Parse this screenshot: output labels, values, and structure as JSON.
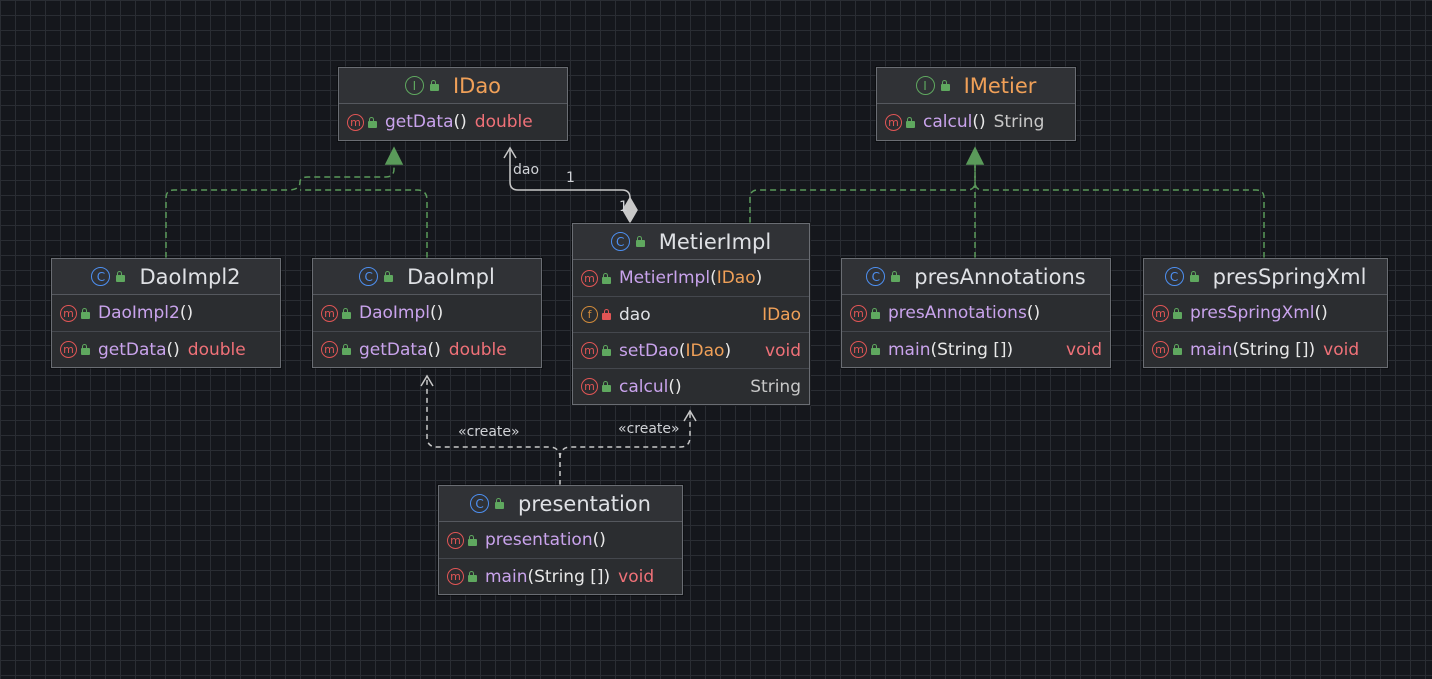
{
  "nodes": {
    "idao": {
      "kind": "interface",
      "name": "IDao",
      "members": [
        {
          "badge": "m",
          "visibility": "public",
          "name": "getData",
          "params": "",
          "return": "double"
        }
      ]
    },
    "imetier": {
      "kind": "interface",
      "name": "IMetier",
      "members": [
        {
          "badge": "m",
          "visibility": "public",
          "name": "calcul",
          "params": "",
          "return": "String"
        }
      ]
    },
    "daoimpl2": {
      "kind": "class",
      "name": "DaoImpl2",
      "members": [
        {
          "badge": "m",
          "visibility": "public",
          "name": "DaoImpl2",
          "params": "",
          "return": ""
        },
        {
          "badge": "m",
          "visibility": "public",
          "name": "getData",
          "params": "",
          "return": "double"
        }
      ]
    },
    "daoimpl": {
      "kind": "class",
      "name": "DaoImpl",
      "members": [
        {
          "badge": "m",
          "visibility": "public",
          "name": "DaoImpl",
          "params": "",
          "return": ""
        },
        {
          "badge": "m",
          "visibility": "public",
          "name": "getData",
          "params": "",
          "return": "double"
        }
      ]
    },
    "metierimpl": {
      "kind": "class",
      "name": "MetierImpl",
      "members": [
        {
          "badge": "m",
          "visibility": "public",
          "name": "MetierImpl",
          "params": "IDao",
          "return": ""
        },
        {
          "badge": "f",
          "visibility": "private",
          "name": "dao",
          "params": null,
          "return": "IDao"
        },
        {
          "badge": "m",
          "visibility": "public",
          "name": "setDao",
          "params": "IDao",
          "return": "void"
        },
        {
          "badge": "m",
          "visibility": "public",
          "name": "calcul",
          "params": "",
          "return": "String"
        }
      ]
    },
    "presannotations": {
      "kind": "class",
      "name": "presAnnotations",
      "members": [
        {
          "badge": "m",
          "visibility": "public",
          "name": "presAnnotations",
          "params": "",
          "return": ""
        },
        {
          "badge": "m",
          "visibility": "public",
          "name": "main",
          "params": "String []",
          "return": "void"
        }
      ]
    },
    "presspringxml": {
      "kind": "class",
      "name": "presSpringXml",
      "members": [
        {
          "badge": "m",
          "visibility": "public",
          "name": "presSpringXml",
          "params": "",
          "return": ""
        },
        {
          "badge": "m",
          "visibility": "public",
          "name": "main",
          "params": "String []",
          "return": "void"
        }
      ]
    },
    "presentation": {
      "kind": "class",
      "name": "presentation",
      "members": [
        {
          "badge": "m",
          "visibility": "public",
          "name": "presentation",
          "params": "",
          "return": ""
        },
        {
          "badge": "m",
          "visibility": "public",
          "name": "main",
          "params": "String []",
          "return": "void"
        }
      ]
    }
  },
  "edges": {
    "association": {
      "source": "metierimpl",
      "target": "idao",
      "role": "dao",
      "multiplicity_target": "1",
      "multiplicity_source": "1"
    },
    "create_left": {
      "source": "presentation",
      "target": "daoimpl",
      "label": "«create»"
    },
    "create_right": {
      "source": "presentation",
      "target": "metierimpl",
      "label": "«create»"
    },
    "realizations": [
      {
        "source": "daoimpl2",
        "target": "idao"
      },
      {
        "source": "daoimpl",
        "target": "idao"
      },
      {
        "source": "metierimpl",
        "target": "imetier"
      },
      {
        "source": "presannotations",
        "target": "imetier"
      },
      {
        "source": "presspringxml",
        "target": "imetier"
      }
    ]
  },
  "icons": {
    "class": "class-icon",
    "interface": "interface-icon",
    "method": "method-icon",
    "field": "field-icon",
    "public": "public-lock-icon",
    "private": "private-lock-icon"
  },
  "colors": {
    "background": "#15171c",
    "grid": "#2a2d33",
    "node_fill": "#2b2d30",
    "node_border": "#6a6d73",
    "interface_name": "#f0a058",
    "method_name": "#c9a3ec",
    "return_type": "#f07178",
    "param_type": "#f0a058",
    "realization_edge": "#5a9a5a",
    "dependency_edge": "#c8c8c8"
  }
}
